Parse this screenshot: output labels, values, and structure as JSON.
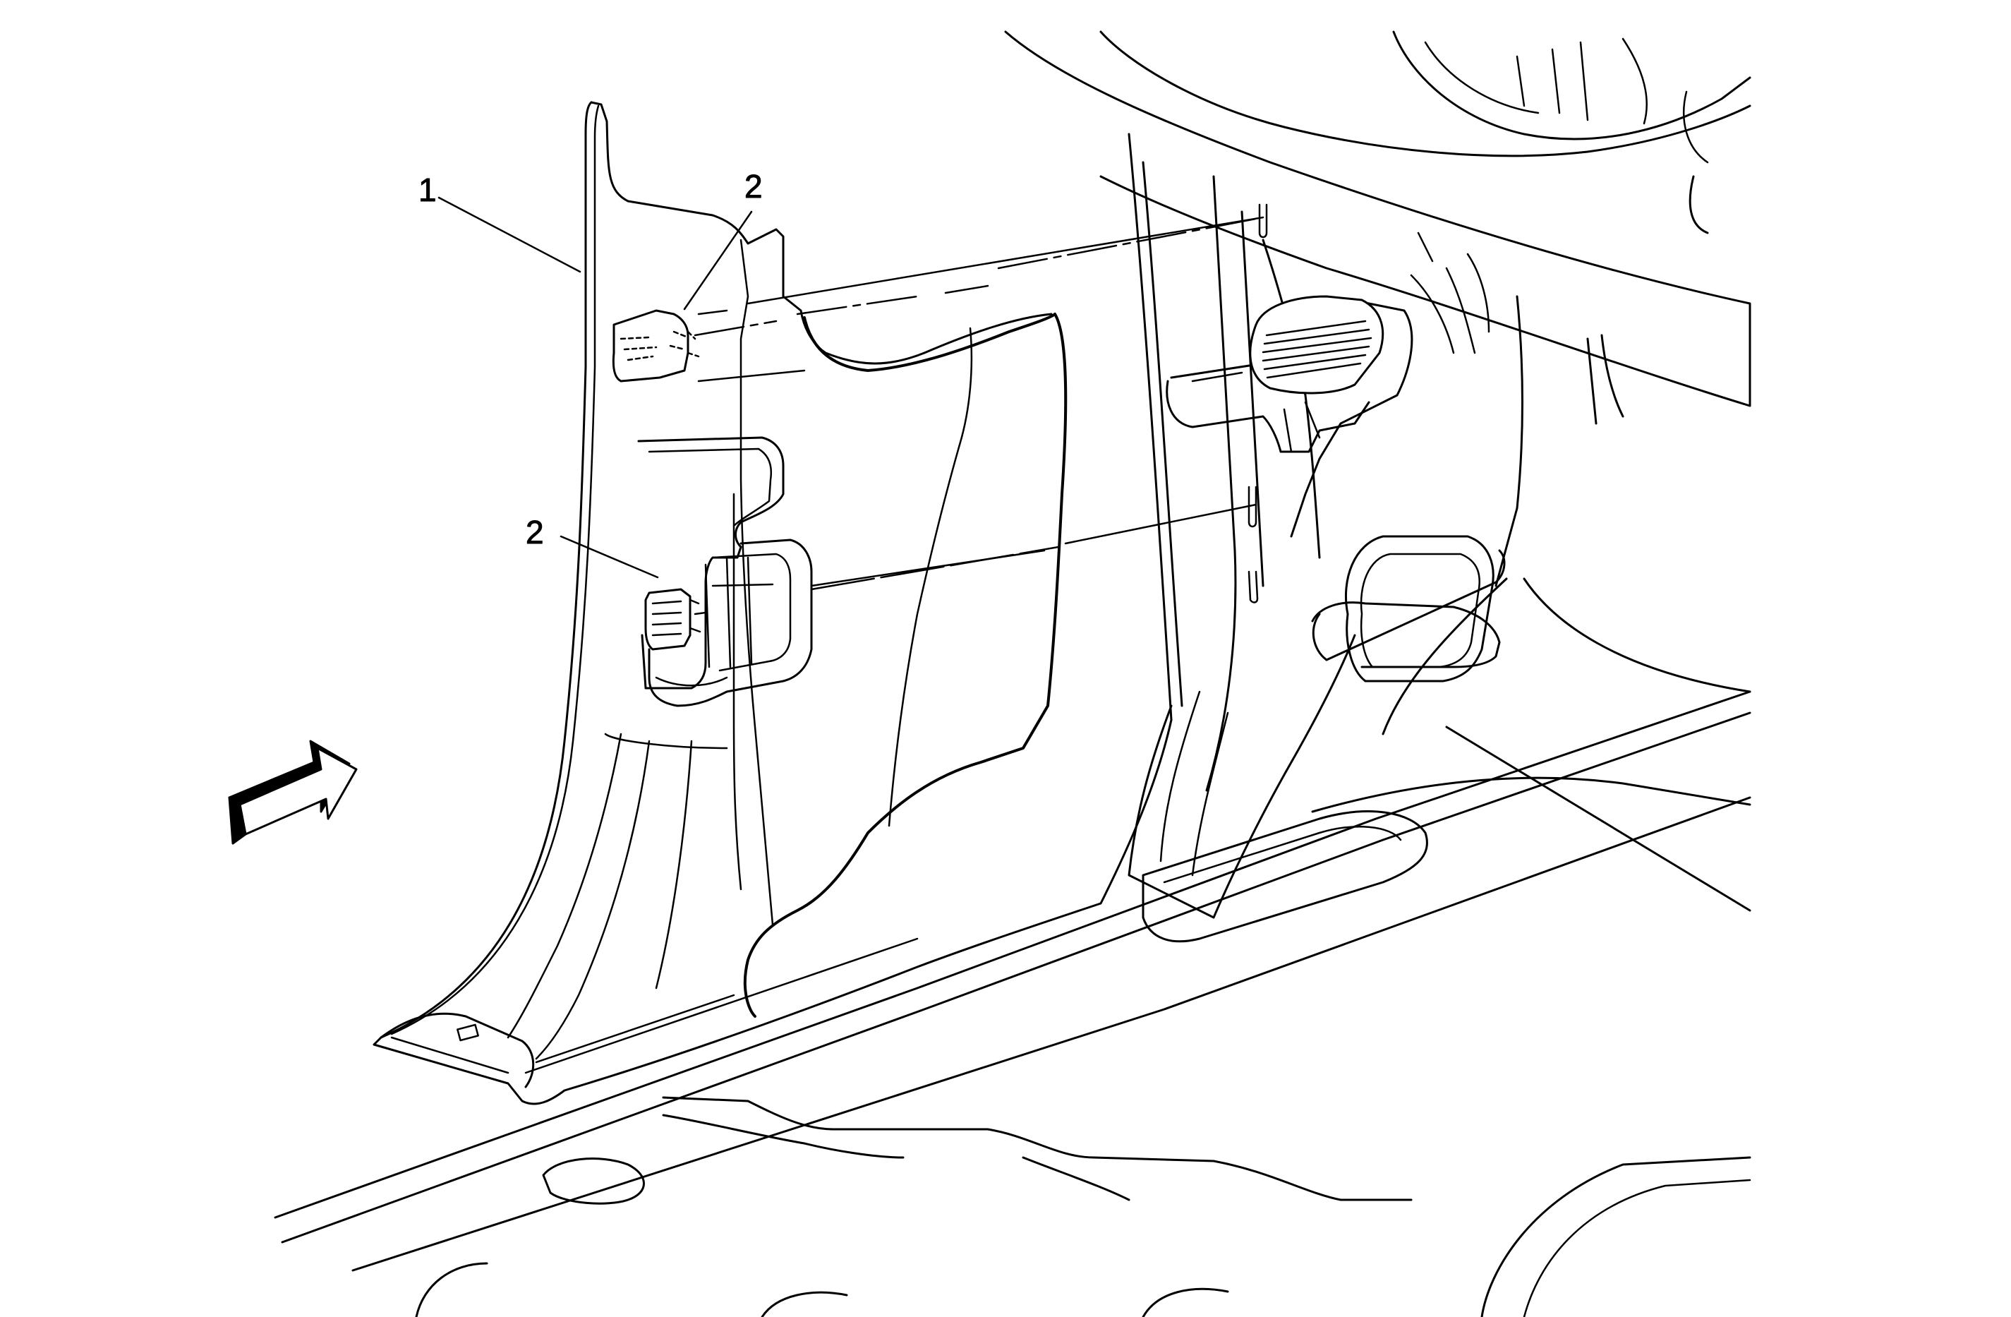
{
  "callouts": {
    "c1": "1",
    "c2a": "2",
    "c2b": "2"
  },
  "colors": {
    "line": "#000000",
    "background": "#ffffff",
    "arrow_shadow": "#000000"
  },
  "icons": {
    "view_arrow": "view-direction-arrow-icon"
  }
}
